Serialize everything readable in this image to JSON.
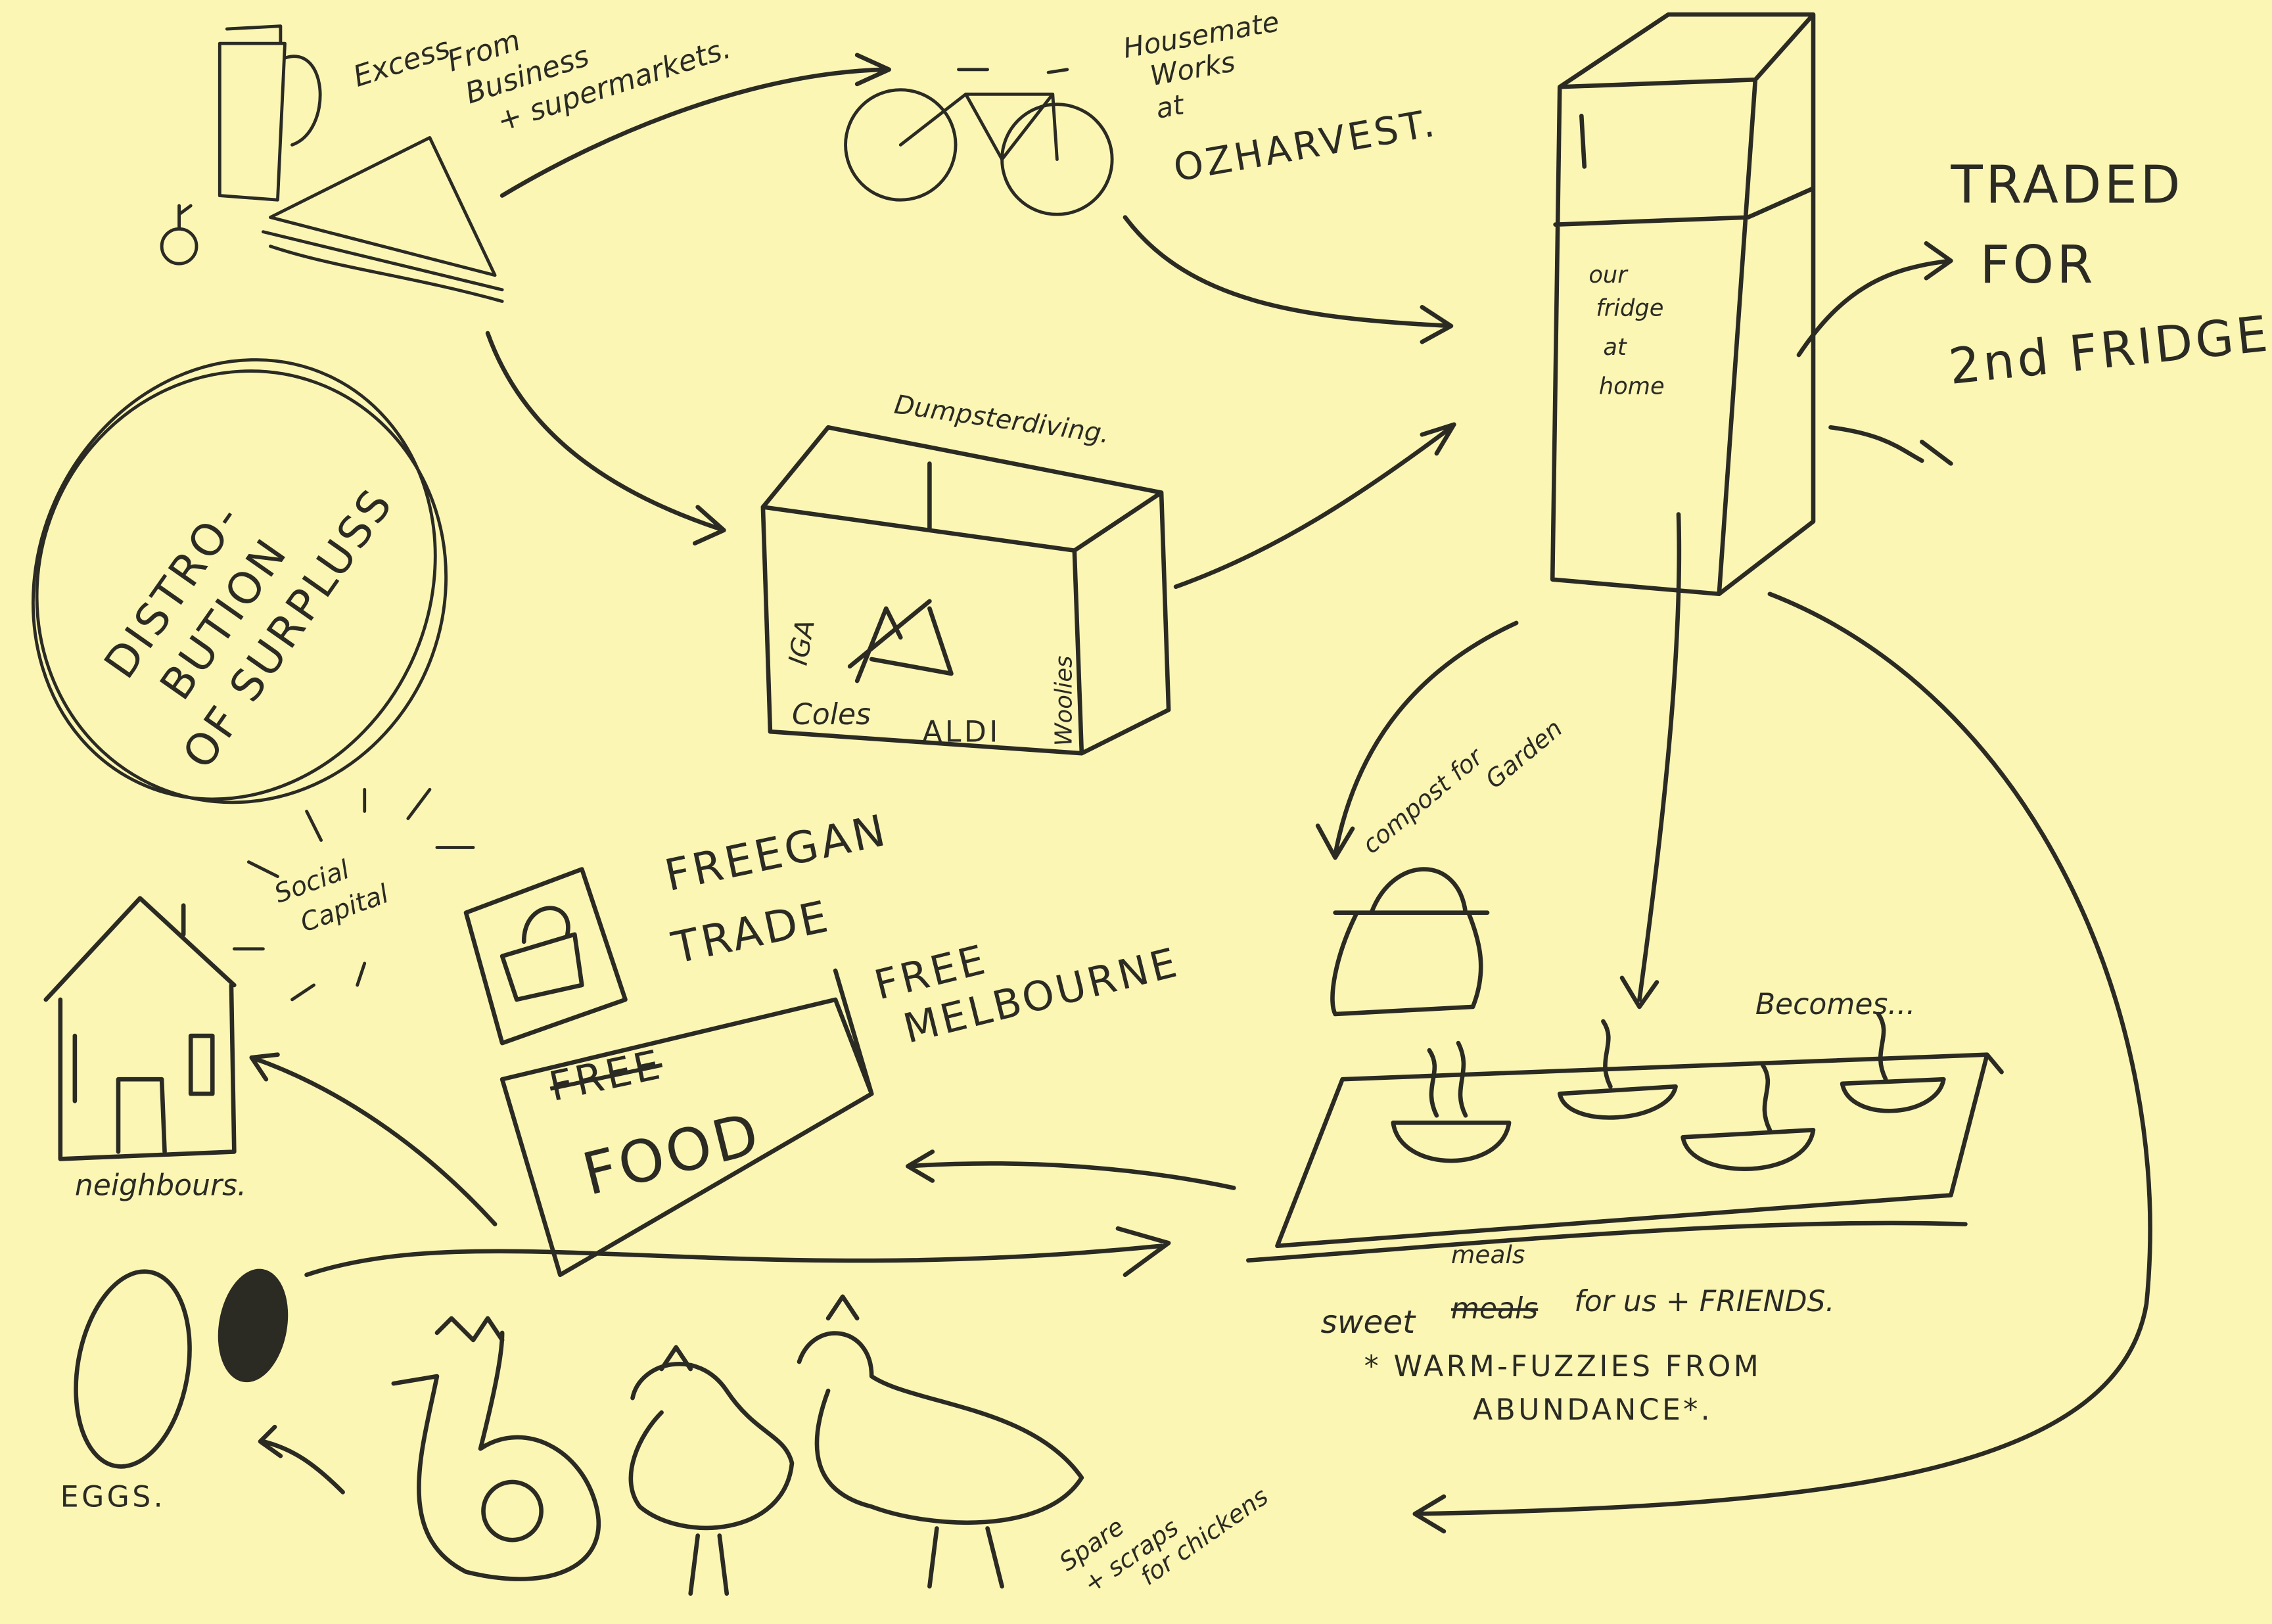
{
  "title": "Distribution of Surplus",
  "colors": {
    "paper": "#fbf6b4",
    "ink": "#2b2b24"
  },
  "notes": {
    "excess": [
      "Excess",
      "From",
      "Business",
      "+ supermarkets."
    ],
    "housemate": [
      "Housemate",
      "Works",
      "at",
      "OZHARVEST."
    ],
    "traded": [
      "TRADED",
      "FOR",
      "2nd FRIDGE"
    ],
    "fridge": [
      "our",
      "fridge",
      "at",
      "home"
    ],
    "dumpster": "Dumpsterdiving.",
    "stores": {
      "iga": "IGA",
      "coles": "Coles",
      "aldi": "ALDI",
      "woolies": "Woolies"
    },
    "distribution": [
      "DISTRO-",
      "BUTION",
      "OF SURPLUSS"
    ],
    "social": [
      "Social",
      "Capital"
    ],
    "freegan": [
      "FREEGAN",
      "TRADE"
    ],
    "free_melbourne": [
      "FREE",
      "MELBOURNE"
    ],
    "free_food": {
      "struck": "FREE",
      "text": "FOOD"
    },
    "neighbours": "neighbours.",
    "eggs": "EGGS.",
    "compost": [
      "compost for",
      "Garden"
    ],
    "becomes": "Becomes...",
    "meals_line": {
      "sweet": "sweet",
      "struck": "meals",
      "insert": "meals",
      "rest": "for us + FRIENDS."
    },
    "warm": [
      "* WARM-FUZZIES FROM",
      "ABUNDANCE*."
    ],
    "chickens": [
      "Spare",
      "+ scraps",
      "for chickens"
    ]
  }
}
